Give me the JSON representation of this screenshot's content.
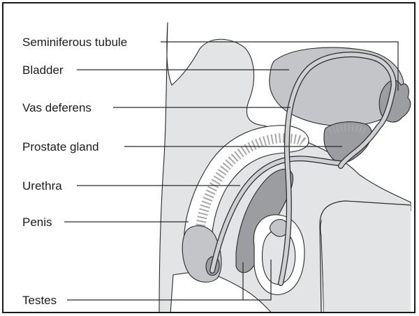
{
  "diagram": {
    "labels": {
      "seminiferous_tubule": "Seminiferous tubule",
      "bladder": "Bladder",
      "vas_deferens": "Vas deferens",
      "prostate_gland": "Prostate gland",
      "urethra": "Urethra",
      "penis": "Penis",
      "testes": "Testes"
    },
    "colors": {
      "background": "#ffffff",
      "body_fill": "#e3e4e6",
      "tissue": "#c4c5c8",
      "dark_tissue": "#9c9da1",
      "outline": "#2a2a2a"
    }
  }
}
